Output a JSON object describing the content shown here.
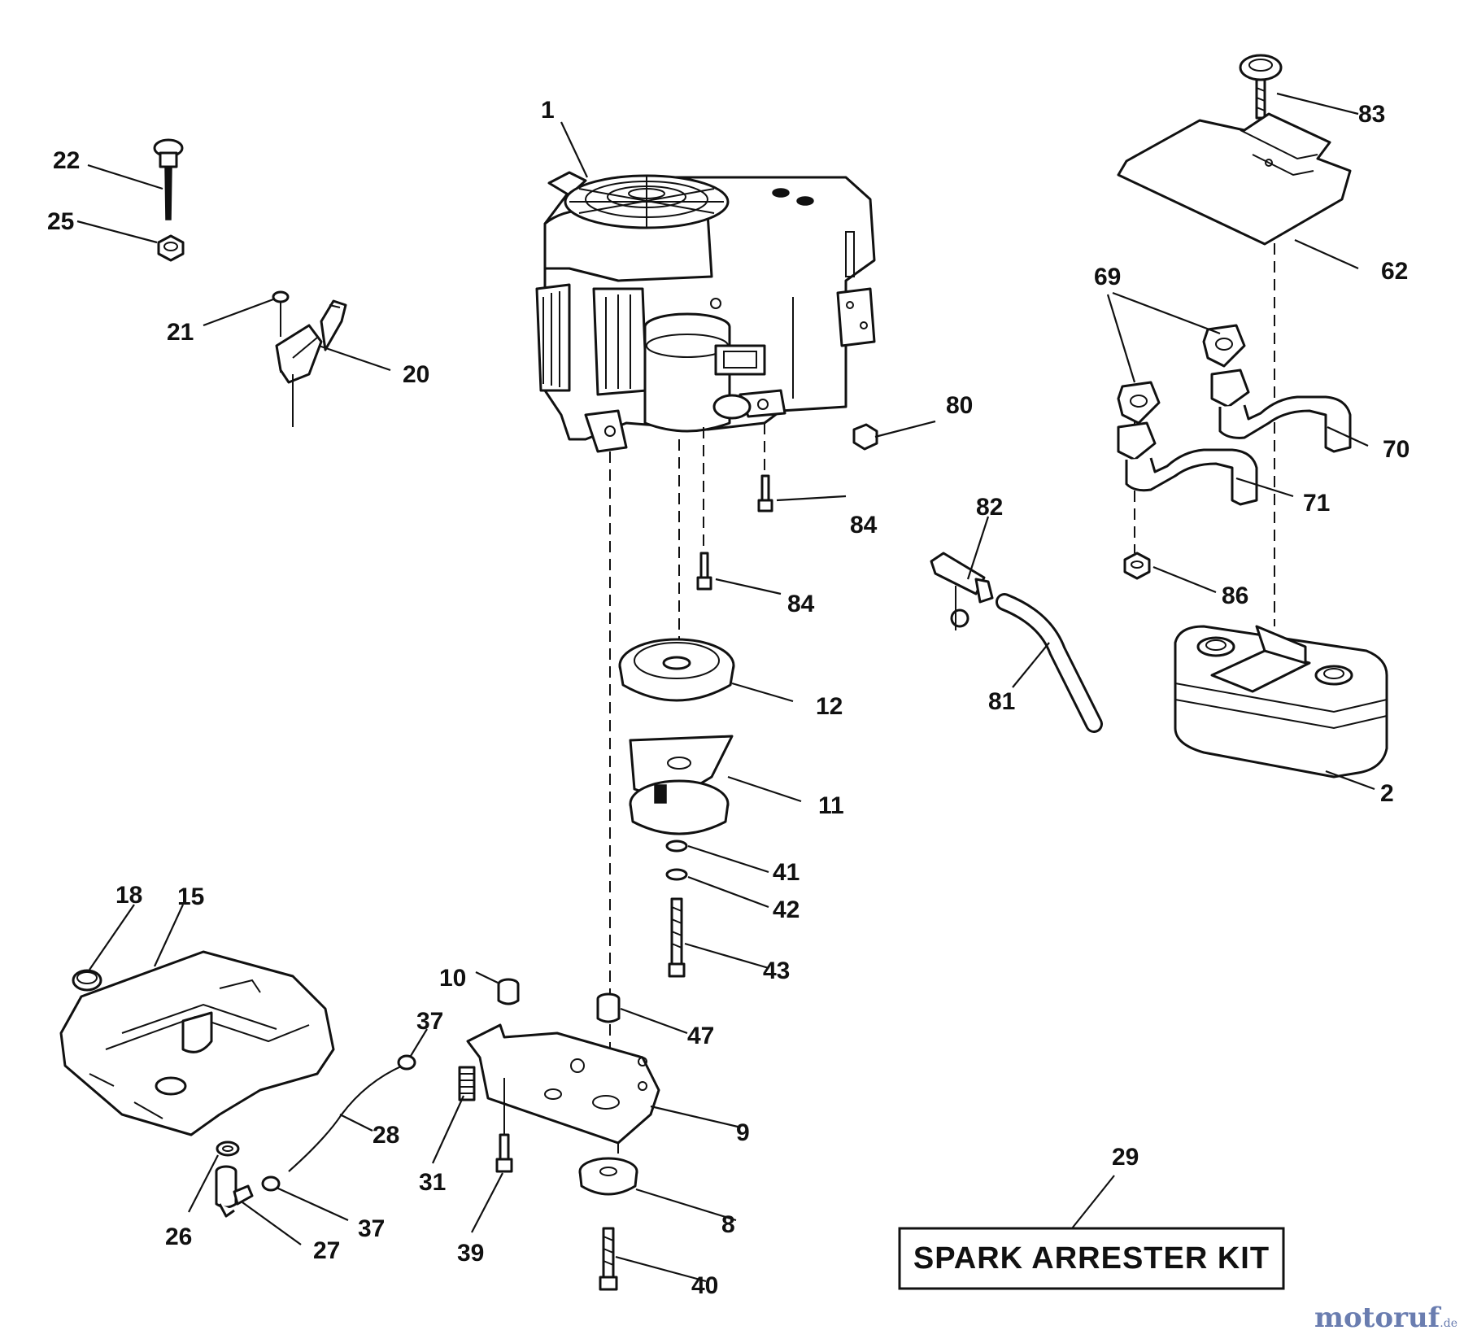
{
  "callouts": {
    "c1": "1",
    "c2": "2",
    "c8": "8",
    "c9": "9",
    "c10": "10",
    "c11": "11",
    "c12": "12",
    "c15": "15",
    "c18": "18",
    "c20": "20",
    "c21": "21",
    "c22": "22",
    "c25": "25",
    "c26": "26",
    "c27": "27",
    "c28": "28",
    "c29": "29",
    "c31": "31",
    "c37a": "37",
    "c37b": "37",
    "c39": "39",
    "c40": "40",
    "c41": "41",
    "c42": "42",
    "c43": "43",
    "c47": "47",
    "c62": "62",
    "c69": "69",
    "c70": "70",
    "c71": "71",
    "c80": "80",
    "c81": "81",
    "c82": "82",
    "c83": "83",
    "c84a": "84",
    "c84b": "84",
    "c86": "86"
  },
  "kit_label": "SPARK ARRESTER KIT",
  "watermark": {
    "name": "motoruf",
    "suffix": ".de"
  }
}
